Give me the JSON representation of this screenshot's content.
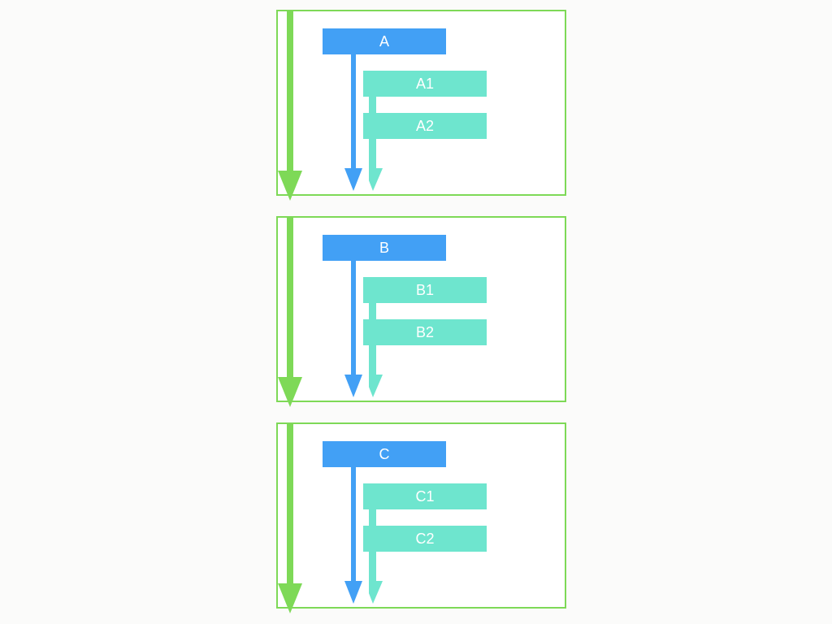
{
  "diagram": {
    "type": "flow-blocks",
    "title": "",
    "background_color": "#fbfbfa",
    "colors": {
      "green": "#7ed957",
      "blue": "#42a0f5",
      "teal": "#6ee5ce",
      "label_text": "#ffffff",
      "block_fill": "#ffffff"
    },
    "blocks": [
      {
        "id": "block-a",
        "parent": {
          "label": "A",
          "color": "#42a0f5"
        },
        "children": [
          {
            "label": "A1",
            "color": "#6ee5ce"
          },
          {
            "label": "A2",
            "color": "#6ee5ce"
          }
        ],
        "flows": [
          {
            "name": "outer-green-flow",
            "color": "#7ed957",
            "direction": "down"
          },
          {
            "name": "parent-blue-flow",
            "color": "#42a0f5",
            "direction": "down"
          },
          {
            "name": "child-teal-flow",
            "color": "#6ee5ce",
            "direction": "down"
          }
        ]
      },
      {
        "id": "block-b",
        "parent": {
          "label": "B",
          "color": "#42a0f5"
        },
        "children": [
          {
            "label": "B1",
            "color": "#6ee5ce"
          },
          {
            "label": "B2",
            "color": "#6ee5ce"
          }
        ],
        "flows": [
          {
            "name": "outer-green-flow",
            "color": "#7ed957",
            "direction": "down"
          },
          {
            "name": "parent-blue-flow",
            "color": "#42a0f5",
            "direction": "down"
          },
          {
            "name": "child-teal-flow",
            "color": "#6ee5ce",
            "direction": "down"
          }
        ]
      },
      {
        "id": "block-c",
        "parent": {
          "label": "C",
          "color": "#42a0f5"
        },
        "children": [
          {
            "label": "C1",
            "color": "#6ee5ce"
          },
          {
            "label": "C2",
            "color": "#6ee5ce"
          }
        ],
        "flows": [
          {
            "name": "outer-green-flow",
            "color": "#7ed957",
            "direction": "down"
          },
          {
            "name": "parent-blue-flow",
            "color": "#42a0f5",
            "direction": "down"
          },
          {
            "name": "child-teal-flow",
            "color": "#6ee5ce",
            "direction": "down"
          }
        ]
      }
    ]
  }
}
